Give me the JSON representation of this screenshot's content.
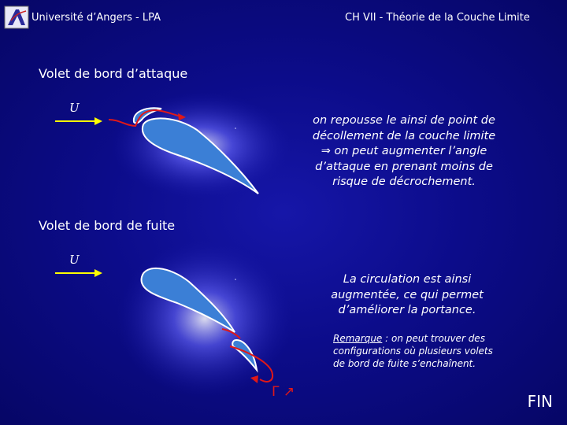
{
  "header": {
    "left": "Université d’Angers - LPA",
    "right": "CH VII - Théorie de la Couche Limite"
  },
  "sections": {
    "leading": {
      "title": "Volet de bord d’attaque",
      "velocity_label": "U",
      "lines": [
        "on repousse le ainsi de point de",
        "décollement de la couche limite",
        "⇒ on peut augmenter l’angle",
        "d’attaque en prenant moins de",
        "risque de décrochement."
      ]
    },
    "trailing": {
      "title": "Volet de bord de fuite",
      "velocity_label": "U",
      "lines": [
        "La circulation est ainsi",
        "augmentée, ce qui permet",
        "d’améliorer la portance."
      ],
      "remark_label": "Remarque",
      "remark_lines": [
        " : on peut trouver des",
        "configurations où plusieurs volets",
        "de bord de fuite s’enchaînent."
      ],
      "circulation": "Γ ↗"
    }
  },
  "footer": {
    "end": "FIN"
  },
  "colors": {
    "background": "#0c0c8a",
    "airfoil": "#3b7fd6",
    "flow_line": "#e01818",
    "arrow": "#ffff00"
  }
}
